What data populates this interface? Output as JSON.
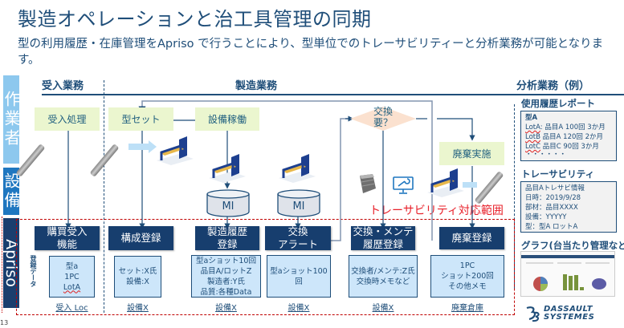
{
  "title": "製造オペレーションと治工具管理の同期",
  "subtitle": "型の利用履歴・在庫管理をApriso で行うことにより、型単位でのトレーサビリティーと分析業務が可能となります。",
  "lanes": {
    "worker": "作業者",
    "equipment": "設備",
    "apriso": "Apriso"
  },
  "sections": {
    "receiving": "受入業務",
    "manufacturing": "製造業務",
    "analysis": "分析業務（例）"
  },
  "worker_steps": {
    "receiving": "受入処理",
    "mold_set": "型セット",
    "equipment_run": "設備稼働",
    "discard": "廃棄実施"
  },
  "decision": {
    "line1": "交換",
    "line2": "要？"
  },
  "cylinders": [
    "MI",
    "MI"
  ],
  "trace_scope_label": "トレーサビリティ対応範囲",
  "registration_data_label": "登録データ",
  "apriso_functions": [
    {
      "line1": "購買受入",
      "line2": "機能",
      "data": [
        "型a",
        "1PC",
        "LotA"
      ],
      "loc": "受入 Loc"
    },
    {
      "line1": "構成登録",
      "line2": "",
      "data": [
        "セット:X氏",
        "設備:X"
      ],
      "loc": "設備X"
    },
    {
      "line1": "製造履歴",
      "line2": "登録",
      "data": [
        "型aショット10回",
        "品目A/ロットZ",
        "製造者:Y氏",
        "品質:各種Data"
      ],
      "loc": "設備X"
    },
    {
      "line1": "交換",
      "line2": "アラート",
      "data": [
        "型aショット100回"
      ],
      "loc": "設備X"
    },
    {
      "line1": "交換・メンテ",
      "line2": "履歴登録",
      "data": [
        "交換者/メンテ:Z氏",
        "交換時メモなど"
      ],
      "loc": "設備X"
    },
    {
      "line1": "廃棄登録",
      "line2": "",
      "data": [
        "1PC",
        "ショット200回",
        "その他メモ"
      ],
      "loc": "廃棄倉庫"
    }
  ],
  "analysis": {
    "usage_report": {
      "title": "使用履歴レポート",
      "heading": "型A",
      "rows": [
        {
          "lot": "LotA",
          "text": ": 品目A 100回 3か月"
        },
        {
          "lot": "LotB",
          "text": " 品目A 120回 2か月"
        },
        {
          "lot": "LotC",
          "text": " 品目C 90回 3か月"
        }
      ],
      "ellipsis": "・・・・・・"
    },
    "traceability": {
      "title": "トレーサビリティ",
      "lines": [
        "品目Aトレサビ情報",
        "日時：2019/9/28",
        "部材：品目XXXX",
        "設備：YYYYY",
        "型：型A ロットA"
      ]
    },
    "graph": {
      "title": "グラフ(台当たり管理など)"
    }
  },
  "logo": {
    "line1": "DASSAULT",
    "line2": "SYSTEMES"
  },
  "page_number": "13",
  "colors": {
    "navy": "#173e6e",
    "text_blue": "#1f4e79",
    "green_box": "#ebf6cf",
    "data_box": "#cde6fa",
    "trace_red": "#e8202a",
    "lane_worker": "#8dc8ee",
    "lane_equipment": "#1f77c0"
  }
}
